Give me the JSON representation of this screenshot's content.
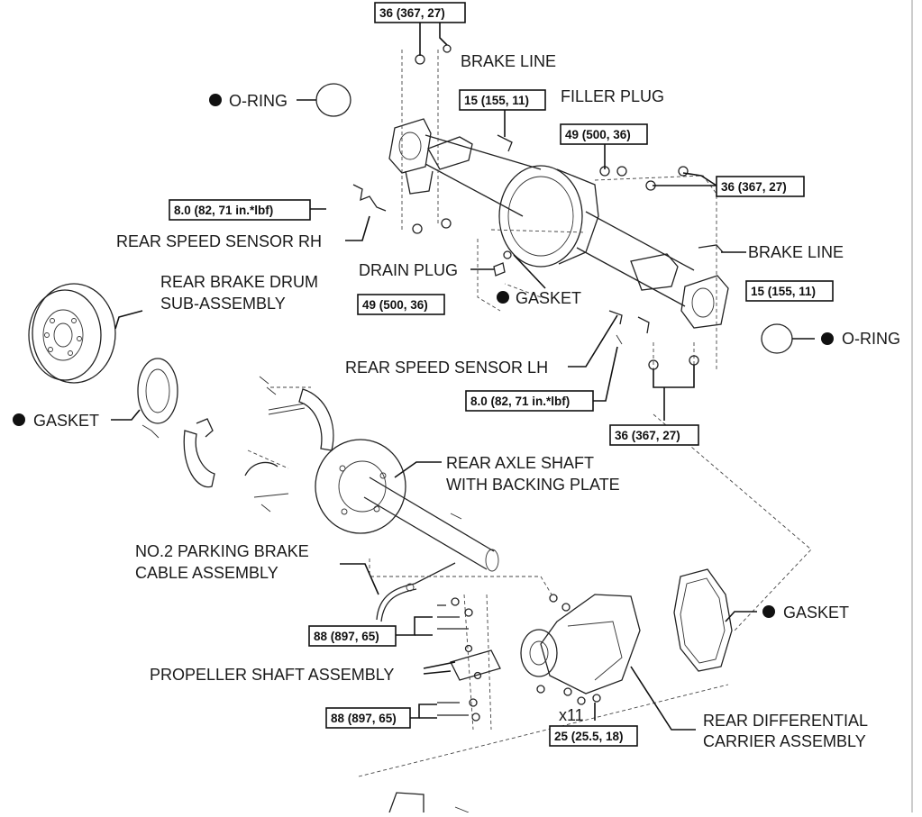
{
  "labels": {
    "brake_line_top": "BRAKE LINE",
    "o_ring_left": "O-RING",
    "filler_plug": "FILLER PLUG",
    "rear_speed_sensor_rh": "REAR SPEED SENSOR RH",
    "brake_line_right": "BRAKE LINE",
    "drain_plug": "DRAIN PLUG",
    "rear_brake_drum_1": "REAR BRAKE DRUM",
    "rear_brake_drum_2": "SUB-ASSEMBLY",
    "gasket_center": "GASKET",
    "o_ring_right": "O-RING",
    "rear_speed_sensor_lh": "REAR SPEED SENSOR LH",
    "gasket_left": "GASKET",
    "rear_axle_shaft_1": "REAR AXLE SHAFT",
    "rear_axle_shaft_2": "WITH BACKING PLATE",
    "parking_cable_1": "NO.2 PARKING BRAKE",
    "parking_cable_2": "CABLE ASSEMBLY",
    "gasket_right": "GASKET",
    "propeller_shaft": "PROPELLER SHAFT ASSEMBLY",
    "x11": "x11",
    "rear_diff_1": "REAR DIFFERENTIAL",
    "rear_diff_2": "CARRIER ASSEMBLY"
  },
  "torques": {
    "t_top": "36 (367, 27)",
    "t_filler": "15 (155, 11)",
    "t_49_top": "49 (500, 36)",
    "t_36_right": "36 (367, 27)",
    "t_sensor_rh": "8.0 (82, 71 in.*lbf)",
    "t_15_right": "15 (155, 11)",
    "t_49_drain": "49 (500, 36)",
    "t_sensor_lh": "8.0 (82, 71 in.*lbf)",
    "t_36_bottom": "36 (367, 27)",
    "t_88_top": "88 (897, 65)",
    "t_88_bottom": "88 (897, 65)",
    "t_25": "25 (25.5, 18)"
  }
}
